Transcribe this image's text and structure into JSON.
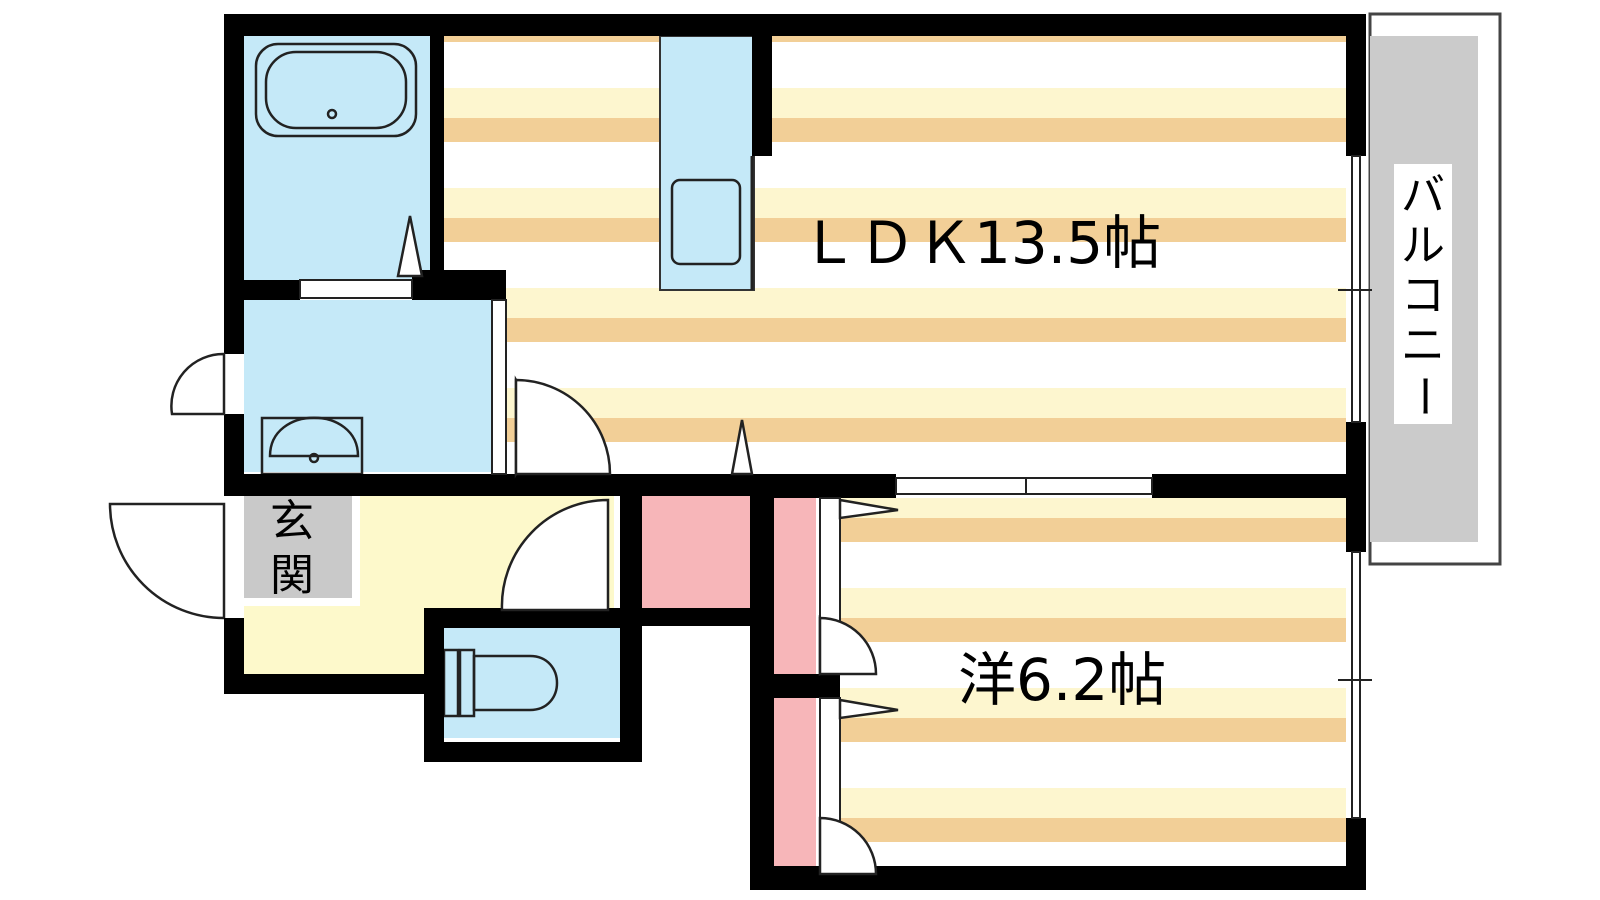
{
  "floorplan": {
    "rooms": {
      "ldk": "ＬＤＫ13.5帖",
      "western": "洋6.2帖",
      "entrance_line1": "玄",
      "entrance_line2": "関"
    },
    "balcony": [
      "バ",
      "ル",
      "コ",
      "ニ",
      "ー"
    ]
  },
  "colors": {
    "wall": "#000000",
    "floor_stripe": "#f2cf97",
    "floor_light": "#fdf6cf",
    "wet_area": "#c5e9f8",
    "entrance": "#fdf9cb",
    "storage": "#f7b6b9",
    "balcony": "#cbcbcb",
    "entrance_tile": "#c9c9c9"
  }
}
